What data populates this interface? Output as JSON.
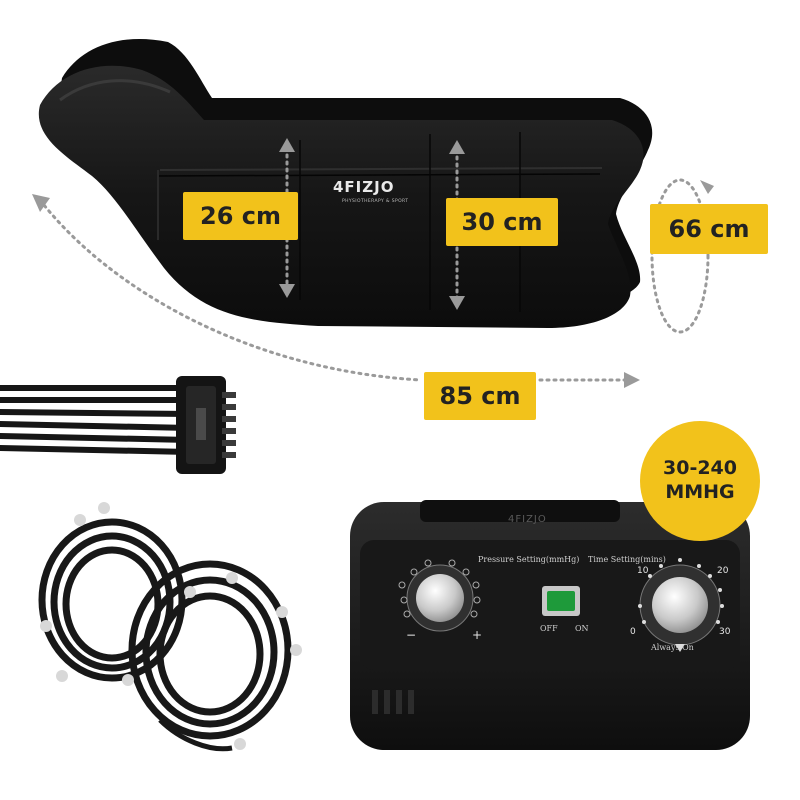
{
  "dimensions": {
    "cuff_width_upper": "26 cm",
    "cuff_width_lower": "30 cm",
    "circumference": "66 cm",
    "length": "85 cm"
  },
  "pressure_range": {
    "line1": "30-240",
    "line2": "MMHG"
  },
  "brand": {
    "cuff_logo": "4FIZJO",
    "cuff_tagline": "PHYSIOTHERAPY & SPORT",
    "unit_logo": "4FIZJO"
  },
  "control_panel": {
    "pressure_title": "Pressure Setting(mmHg)",
    "time_title": "Time Setting(mins)",
    "switch_off": "OFF",
    "switch_on": "ON",
    "pressure_minus": "−",
    "pressure_plus": "+",
    "time_ticks": [
      "10",
      "20",
      "0",
      "30"
    ],
    "always_on": "Always On"
  },
  "colors": {
    "accent": "#f2c21b",
    "product": "#1b1b1b",
    "switch": "#1e9a3a"
  }
}
